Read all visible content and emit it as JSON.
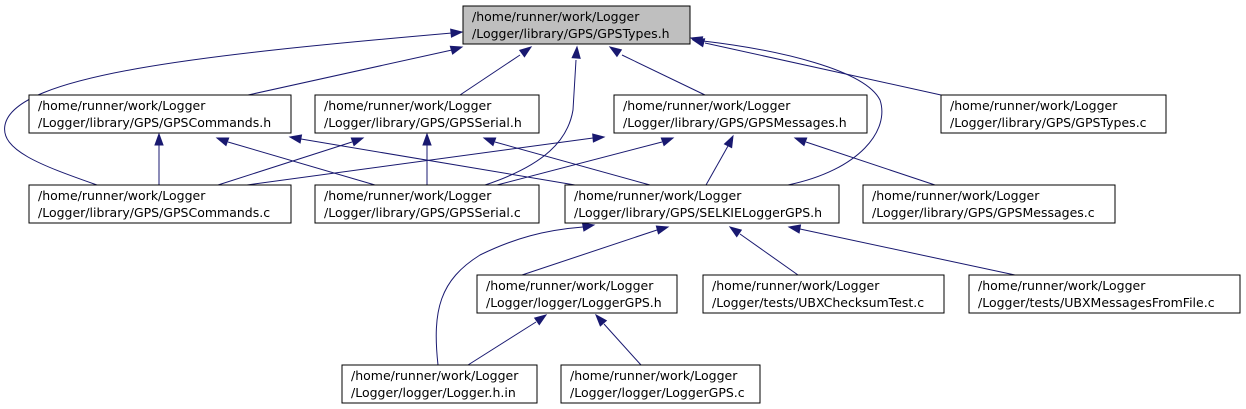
{
  "diagram": {
    "colors": {
      "edge": "#191970",
      "root_fill": "#bfbfbf",
      "node_fill": "#ffffff",
      "border": "#000000"
    },
    "nodes": [
      {
        "id": "types_h",
        "lines": [
          "/home/runner/work/Logger",
          "/Logger/library/GPS/GPSTypes.h"
        ],
        "highlight": true
      },
      {
        "id": "commands_h",
        "lines": [
          "/home/runner/work/Logger",
          "/Logger/library/GPS/GPSCommands.h"
        ]
      },
      {
        "id": "serial_h",
        "lines": [
          "/home/runner/work/Logger",
          "/Logger/library/GPS/GPSSerial.h"
        ]
      },
      {
        "id": "messages_h",
        "lines": [
          "/home/runner/work/Logger",
          "/Logger/library/GPS/GPSMessages.h"
        ]
      },
      {
        "id": "types_c",
        "lines": [
          "/home/runner/work/Logger",
          "/Logger/library/GPS/GPSTypes.c"
        ]
      },
      {
        "id": "commands_c",
        "lines": [
          "/home/runner/work/Logger",
          "/Logger/library/GPS/GPSCommands.c"
        ]
      },
      {
        "id": "serial_c",
        "lines": [
          "/home/runner/work/Logger",
          "/Logger/library/GPS/GPSSerial.c"
        ]
      },
      {
        "id": "selkie_h",
        "lines": [
          "/home/runner/work/Logger",
          "/Logger/library/GPS/SELKIELoggerGPS.h"
        ]
      },
      {
        "id": "messages_c",
        "lines": [
          "/home/runner/work/Logger",
          "/Logger/library/GPS/GPSMessages.c"
        ]
      },
      {
        "id": "loggergps_h",
        "lines": [
          "/home/runner/work/Logger",
          "/Logger/logger/LoggerGPS.h"
        ]
      },
      {
        "id": "ubxchecksum",
        "lines": [
          "/home/runner/work/Logger",
          "/Logger/tests/UBXChecksumTest.c"
        ]
      },
      {
        "id": "ubxmessages",
        "lines": [
          "/home/runner/work/Logger",
          "/Logger/tests/UBXMessagesFromFile.c"
        ]
      },
      {
        "id": "logger_hin",
        "lines": [
          "/home/runner/work/Logger",
          "/Logger/logger/Logger.h.in"
        ]
      },
      {
        "id": "loggergps_c",
        "lines": [
          "/home/runner/work/Logger",
          "/Logger/logger/LoggerGPS.c"
        ]
      }
    ],
    "edges": [
      {
        "from": "commands_h",
        "to": "types_h"
      },
      {
        "from": "serial_h",
        "to": "types_h"
      },
      {
        "from": "messages_h",
        "to": "types_h"
      },
      {
        "from": "types_c",
        "to": "types_h"
      },
      {
        "from": "commands_c",
        "to": "types_h"
      },
      {
        "from": "serial_c",
        "to": "types_h"
      },
      {
        "from": "selkie_h",
        "to": "types_h"
      },
      {
        "from": "commands_c",
        "to": "commands_h"
      },
      {
        "from": "serial_c",
        "to": "commands_h"
      },
      {
        "from": "selkie_h",
        "to": "commands_h"
      },
      {
        "from": "commands_c",
        "to": "serial_h"
      },
      {
        "from": "serial_c",
        "to": "serial_h"
      },
      {
        "from": "selkie_h",
        "to": "serial_h"
      },
      {
        "from": "commands_c",
        "to": "messages_h"
      },
      {
        "from": "serial_c",
        "to": "messages_h"
      },
      {
        "from": "selkie_h",
        "to": "messages_h"
      },
      {
        "from": "messages_c",
        "to": "messages_h"
      },
      {
        "from": "loggergps_h",
        "to": "selkie_h"
      },
      {
        "from": "ubxchecksum",
        "to": "selkie_h"
      },
      {
        "from": "ubxmessages",
        "to": "selkie_h"
      },
      {
        "from": "logger_hin",
        "to": "selkie_h"
      },
      {
        "from": "logger_hin",
        "to": "loggergps_h"
      },
      {
        "from": "loggergps_c",
        "to": "loggergps_h"
      }
    ]
  }
}
